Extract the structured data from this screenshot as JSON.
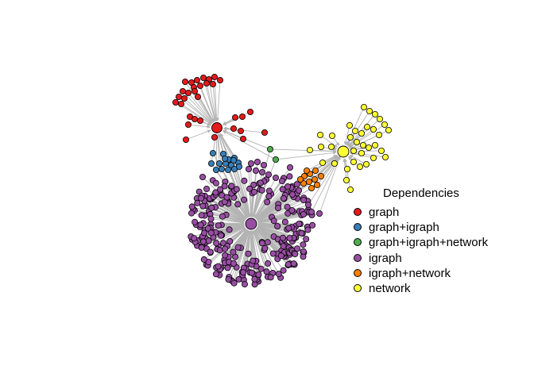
{
  "legend": {
    "title": "Dependencies",
    "items": [
      {
        "label": "graph",
        "color": "#e41a1c"
      },
      {
        "label": "graph+igraph",
        "color": "#377eb8"
      },
      {
        "label": "graph+igraph+network",
        "color": "#4daf4a"
      },
      {
        "label": "igraph",
        "color": "#984ea3"
      },
      {
        "label": "igraph+network",
        "color": "#ff7f00"
      },
      {
        "label": "network",
        "color": "#ffff33"
      }
    ]
  },
  "network": {
    "hubs": [
      {
        "name": "graph",
        "color": "#e41a1c"
      },
      {
        "name": "igraph",
        "color": "#984ea3"
      },
      {
        "name": "network",
        "color": "#ffff33"
      }
    ],
    "edge_color": "#b3b3b3",
    "node_border_color": "#000000"
  }
}
